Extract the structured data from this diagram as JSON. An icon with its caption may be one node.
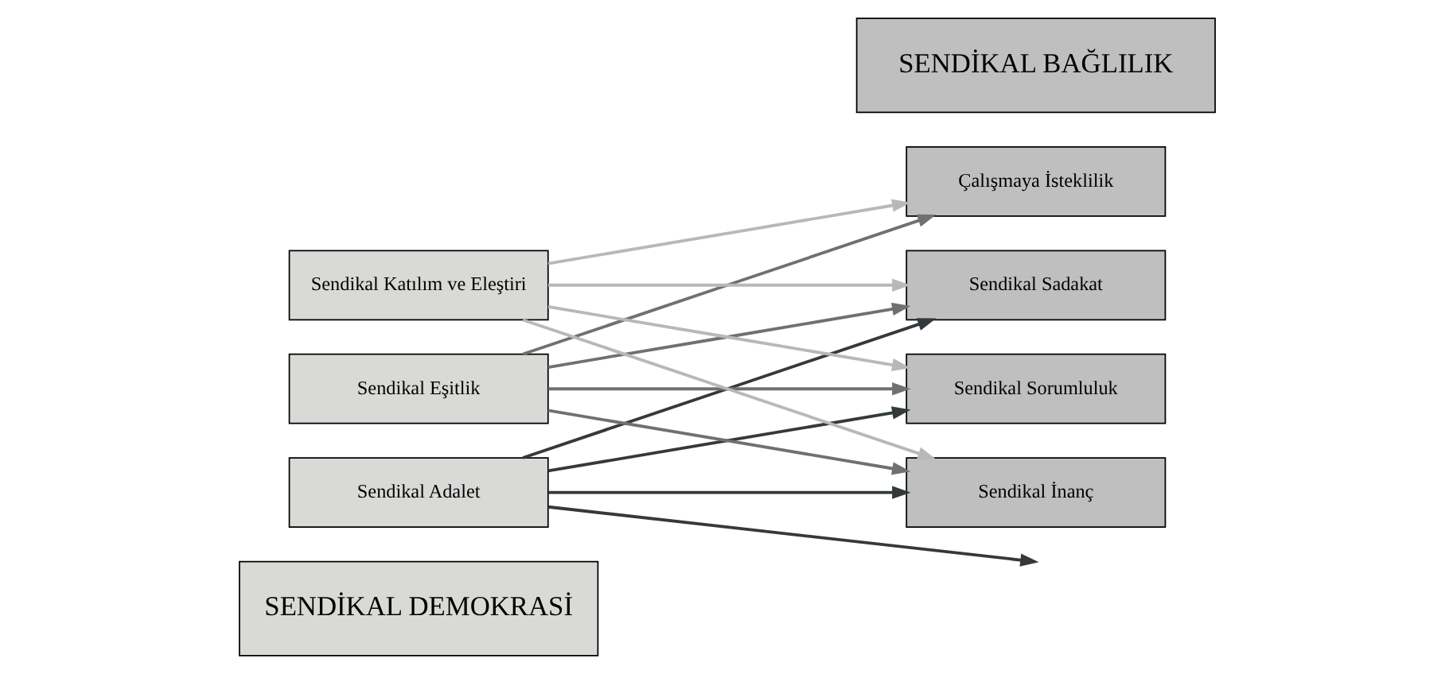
{
  "diagram": {
    "nodes": [
      {
        "text": [
          "SENDİKAL DEMOKRASİ"
        ]
      },
      {
        "text": [
          "Sendikal Adalet"
        ]
      },
      {
        "text": [
          "Sendikal Eşitlik"
        ]
      },
      {
        "text": [
          "Sendikal Katılım ve Eleştiri"
        ]
      },
      {
        "text": [
          "SENDİKAL BAĞLILIK"
        ]
      },
      {
        "text": [
          "Sendikal Sadakat"
        ]
      },
      {
        "text": [
          "Sendikal Sorumluluk"
        ]
      },
      {
        "text": [
          "Sendikal İnanç"
        ]
      },
      {
        "text": [
          "Çalışmaya İsteklilik"
        ]
      }
    ],
    "edges": [
      {
        "from": 1,
        "to": 5,
        "arrow": "to",
        "color": "#34393c"
      },
      {
        "from": 1,
        "to": 6,
        "arrow": "to",
        "color": "#34393c"
      },
      {
        "from": 1,
        "to": 7,
        "arrow": "to",
        "color": "#34393c"
      },
      {
        "from": 1,
        "to": null,
        "arrow": "to",
        "color": "#34393c"
      },
      {
        "from": 2,
        "to": 5,
        "arrow": "to",
        "color": "#707070"
      },
      {
        "from": 2,
        "to": 6,
        "arrow": "to",
        "color": "#707070"
      },
      {
        "from": 2,
        "to": 7,
        "arrow": "to",
        "color": "#707070"
      },
      {
        "from": 2,
        "to": 8,
        "arrow": "to",
        "color": "#707070"
      },
      {
        "from": 3,
        "to": 5,
        "arrow": "to",
        "color": "#b8b8b8"
      },
      {
        "from": 3,
        "to": 6,
        "arrow": "to",
        "color": "#b8b8b8"
      },
      {
        "from": 3,
        "to": 7,
        "arrow": "to",
        "color": "#b8b8b8"
      },
      {
        "from": 3,
        "to": 8,
        "arrow": "to",
        "color": "#b8b8b8"
      }
    ]
  }
}
